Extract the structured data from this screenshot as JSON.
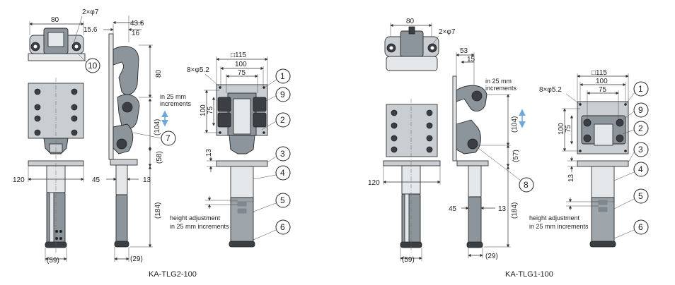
{
  "left": {
    "model_label": "KA-TLG2-100",
    "dims": {
      "top_width": "80",
      "holes": "2×φ7",
      "d_15_6": "15.6",
      "d_43_6": "43.6",
      "d_16": "16",
      "d_80v": "80",
      "d_104": "(104)",
      "d_58": "(58)",
      "d_184": "(184)",
      "d_120": "120",
      "d_45": "45",
      "d_13a": "13",
      "d_59": "(59)",
      "d_29": "(29)",
      "d_115": "□115",
      "d_100h": "100",
      "d_75h": "75",
      "d_100v": "100",
      "d_75v": "75",
      "holes8": "8×φ5.2",
      "d_13b": "13"
    },
    "notes": {
      "increments": [
        "in 25 mm",
        "increments"
      ],
      "height_adj": [
        "height adjustment",
        "in 25 mm increments"
      ]
    },
    "callouts": [
      "1",
      "9",
      "2",
      "3",
      "4",
      "5",
      "6",
      "7",
      "10"
    ]
  },
  "right": {
    "model_label": "KA-TLG1-100",
    "dims": {
      "top_width": "80",
      "holes": "2×φ7",
      "d_53": "53",
      "d_15": "15",
      "d_104": "(104)",
      "d_57": "(57)",
      "d_184": "(184)",
      "d_120": "120",
      "d_45": "45",
      "d_13a": "13",
      "d_59": "(59)",
      "d_29": "(29)",
      "d_115": "□115",
      "d_100h": "100",
      "d_75h": "75",
      "d_100v": "100",
      "d_75v": "75",
      "holes8": "8×φ5.2",
      "d_13b": "13"
    },
    "notes": {
      "increments": [
        "in 25 mm",
        "increments"
      ],
      "height_adj": [
        "height adjustment",
        "in 25 mm increments"
      ]
    },
    "callouts": [
      "1",
      "9",
      "2",
      "3",
      "4",
      "5",
      "6",
      "8"
    ]
  },
  "colors": {
    "part_fill": "#c9ced3",
    "part_dark": "#8d959c",
    "arrow_blue": "#6fa8d8"
  }
}
